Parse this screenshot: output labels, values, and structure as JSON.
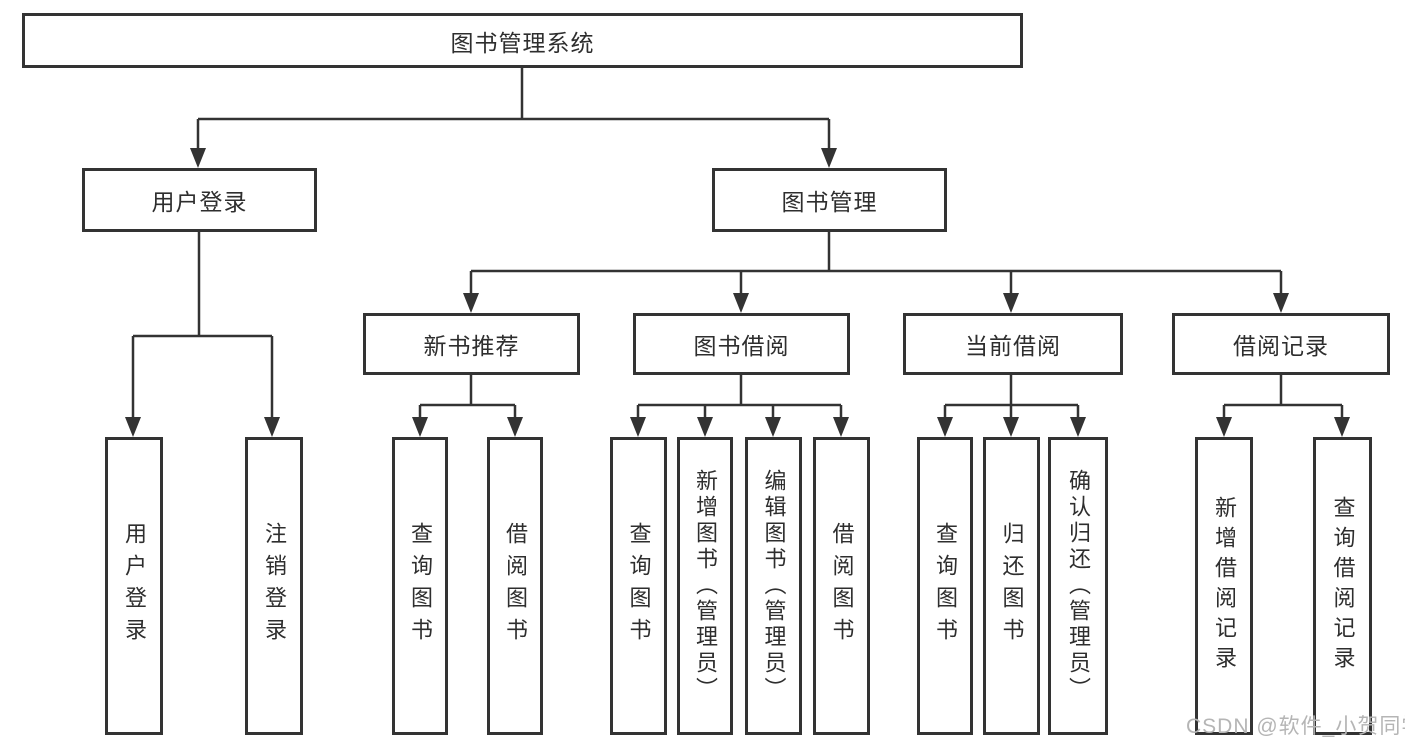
{
  "colors": {
    "line": "#333333",
    "box_border": "#333333",
    "box_background": "#ffffff",
    "text": "#2e2e2e",
    "watermark": "#b5b5b5"
  },
  "root": {
    "label": "图书管理系统"
  },
  "level2": [
    {
      "label": "用户登录"
    },
    {
      "label": "图书管理"
    }
  ],
  "level3": [
    {
      "label": "新书推荐"
    },
    {
      "label": "图书借阅"
    },
    {
      "label": "当前借阅"
    },
    {
      "label": "借阅记录"
    }
  ],
  "leaves": {
    "login": [
      {
        "label": "用户登录"
      },
      {
        "label": "注销登录"
      }
    ],
    "recommend": [
      {
        "label": "查询图书"
      },
      {
        "label": "借阅图书"
      }
    ],
    "borrow": [
      {
        "label": "查询图书"
      },
      {
        "label": "新增图书（管理员）"
      },
      {
        "label": "编辑图书（管理员）"
      },
      {
        "label": "借阅图书"
      }
    ],
    "current": [
      {
        "label": "查询图书"
      },
      {
        "label": "归还图书"
      },
      {
        "label": "确认归还（管理员）"
      }
    ],
    "records": [
      {
        "label": "新增借阅记录"
      },
      {
        "label": "查询借阅记录"
      }
    ]
  },
  "watermark": "CSDN @软件_小贺同学"
}
